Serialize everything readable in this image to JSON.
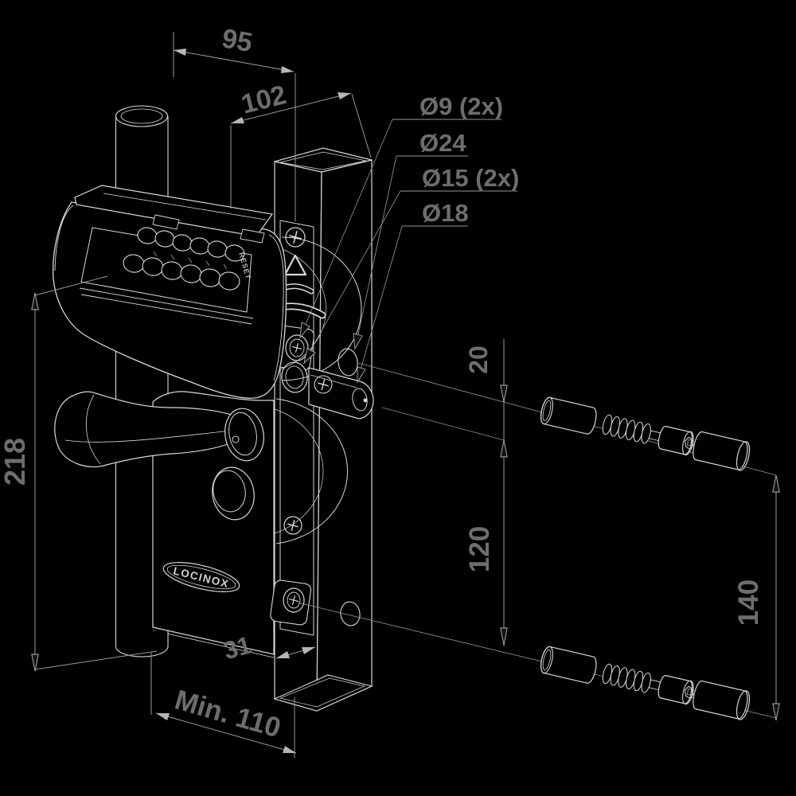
{
  "diagram": {
    "brand_badge": "LOCINOX",
    "keypad_reset_label": "RESET",
    "dimensions": {
      "width_95": "95",
      "depth_102": "102",
      "dia_screw_holes": "Ø9 (2x)",
      "dia_cylinder_hole": "Ø24",
      "dia_insert_holes": "Ø15 (2x)",
      "dia_bottom_hole": "Ø18",
      "offset_top": "20",
      "fixing_spacing": "120",
      "overall_spacing": "140",
      "lock_height": "218",
      "post_face_width": "31",
      "min_frame_clearance": "Min. 110"
    },
    "colors": {
      "background": "#000000",
      "artwork_line": "#d6d8d9",
      "dimension_line": "#97999c",
      "dimension_text": "#6b6e71"
    }
  }
}
